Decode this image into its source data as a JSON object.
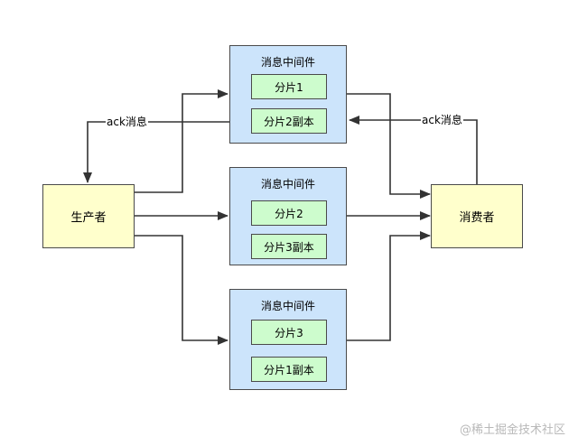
{
  "producer": {
    "label": "生产者"
  },
  "consumer": {
    "label": "消费者"
  },
  "brokers": [
    {
      "title": "消息中间件",
      "shards": [
        "分片1",
        "分片2副本"
      ]
    },
    {
      "title": "消息中间件",
      "shards": [
        "分片2",
        "分片3副本"
      ]
    },
    {
      "title": "消息中间件",
      "shards": [
        "分片3",
        "分片1副本"
      ]
    }
  ],
  "edges": {
    "ack_to_producer": "ack消息",
    "ack_from_consumer": "ack消息"
  },
  "watermark": "@稀土掘金技术社区",
  "colors": {
    "producer_fill": "#ffffcc",
    "broker_fill": "#cce4fb",
    "shard_fill": "#cdfccd",
    "line": "#333333"
  }
}
